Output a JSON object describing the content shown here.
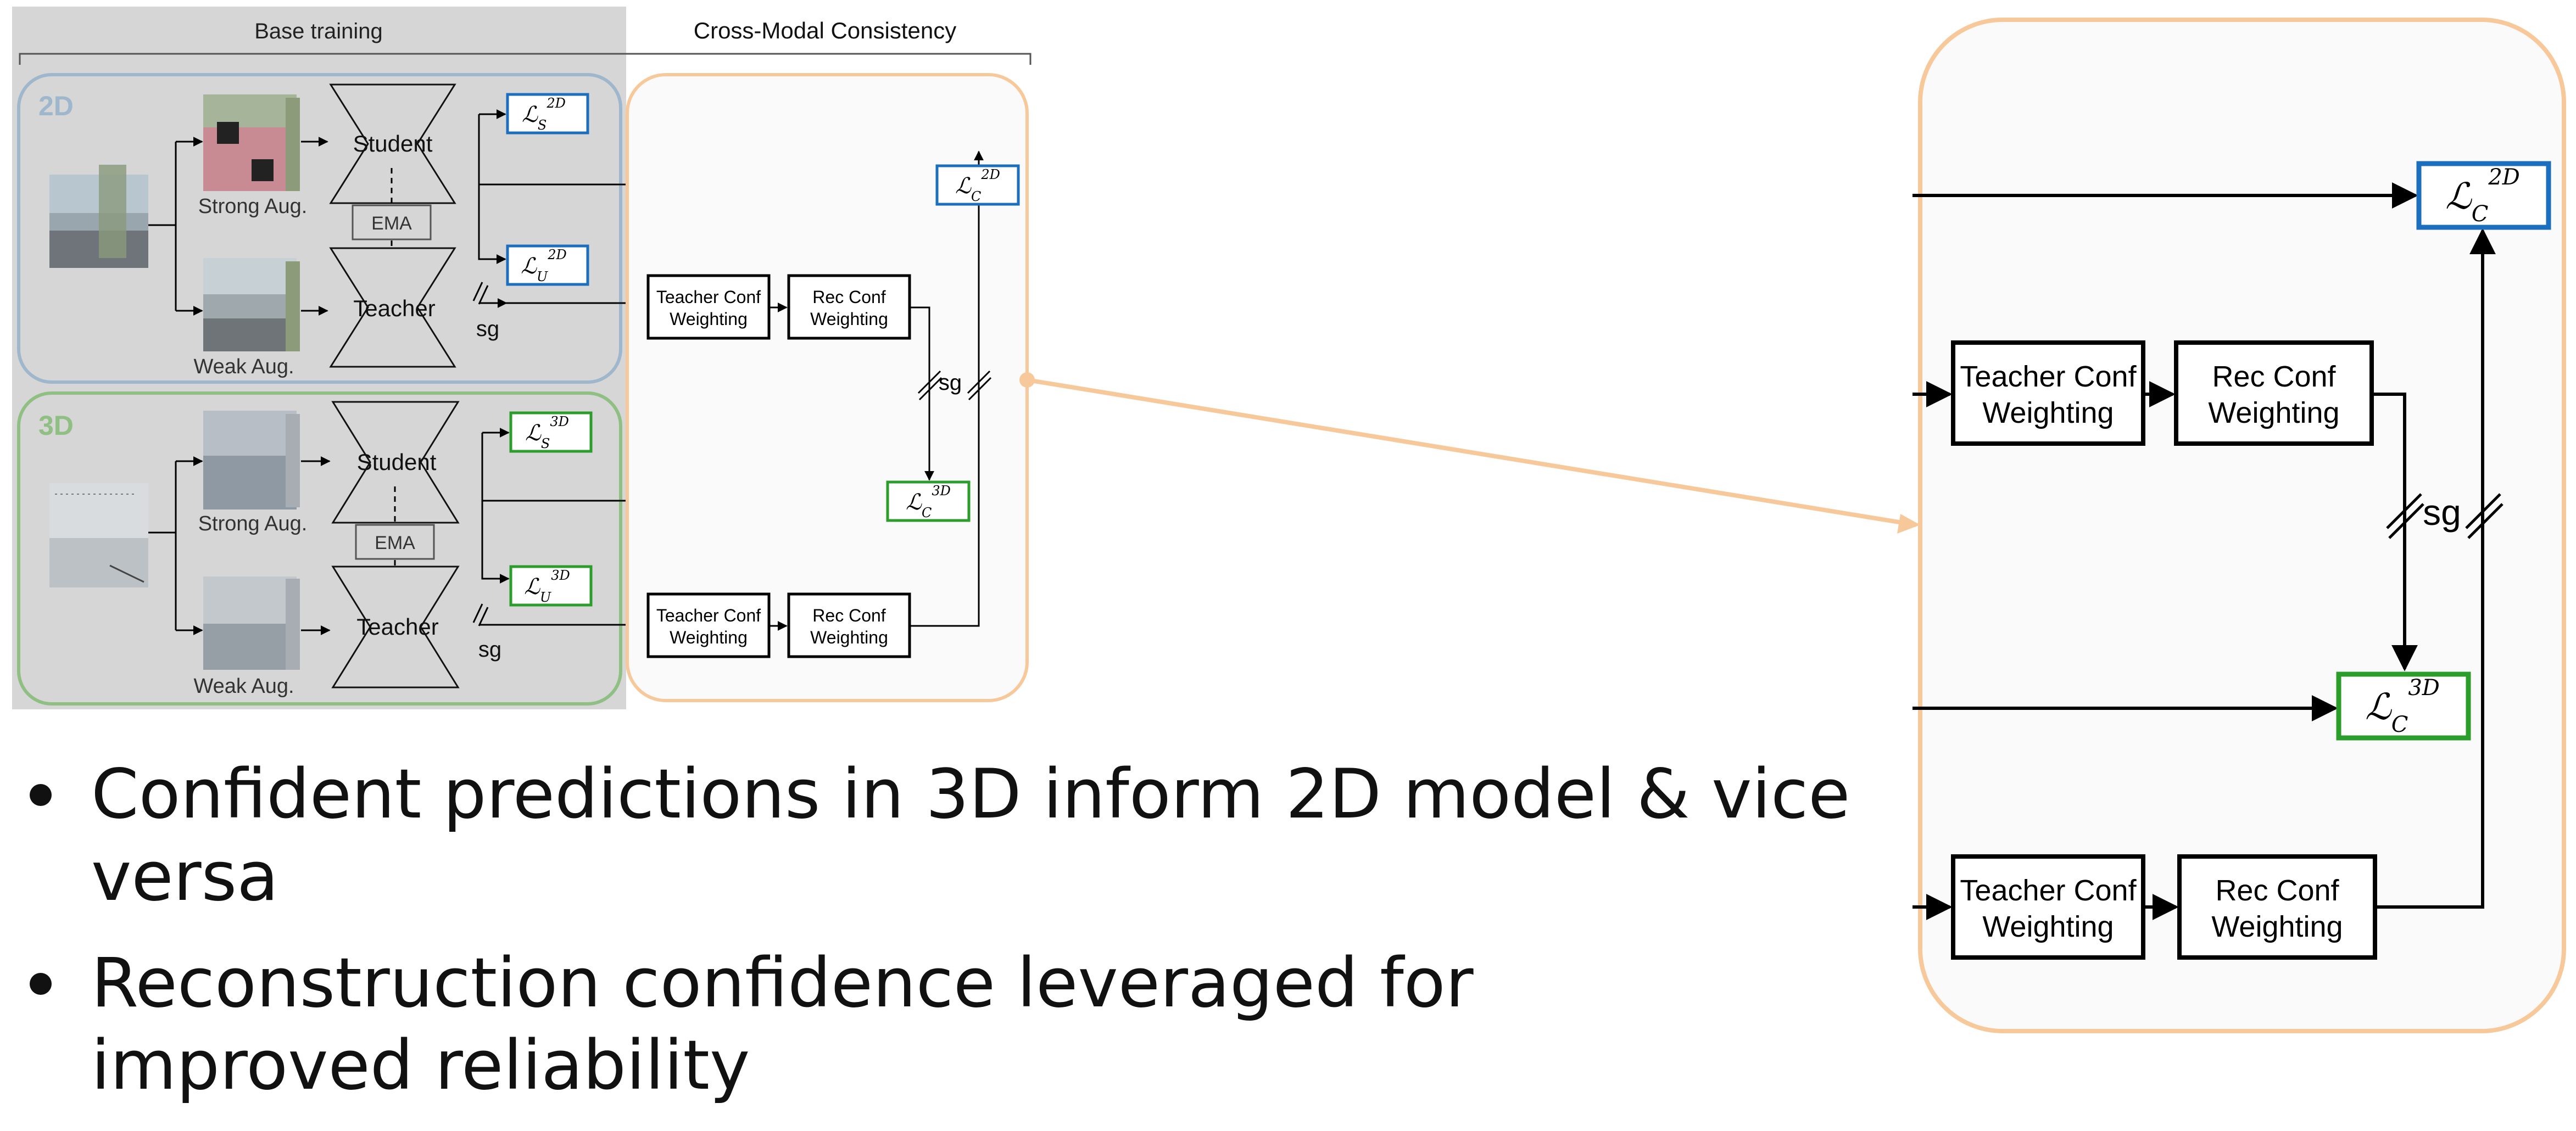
{
  "colors": {
    "panel_gray": "#d6d6d6",
    "group_2d": "#9fb7cc",
    "group_3d": "#8fbf82",
    "consistency_border": "#f7c99a",
    "loss_blue": "#1c6fbf",
    "loss_green": "#2a9d2a",
    "arrow": "#000000"
  },
  "header": {
    "base_training": "Base training",
    "cross_modal": "Cross-Modal Consistency"
  },
  "groups": {
    "g2d": "2D",
    "g3d": "3D"
  },
  "nets": {
    "student": "Student",
    "teacher": "Teacher",
    "ema": "EMA",
    "sg": "sg"
  },
  "aug": {
    "strong": "Strong Aug.",
    "weak": "Weak Aug."
  },
  "losses": {
    "script": "ℒ",
    "s2d": {
      "sub": "S",
      "sup": "2D"
    },
    "u2d": {
      "sub": "U",
      "sup": "2D"
    },
    "c2d": {
      "sub": "C",
      "sup": "2D"
    },
    "s3d": {
      "sub": "S",
      "sup": "3D"
    },
    "u3d": {
      "sub": "U",
      "sup": "3D"
    },
    "c3d": {
      "sub": "C",
      "sup": "3D"
    }
  },
  "weighting": {
    "teacher_1": "Teacher Conf",
    "teacher_2": "Weighting",
    "rec_1": "Rec Conf",
    "rec_2": "Weighting"
  },
  "bullets": [
    "Confident predictions in 3D inform 2D model & vice versa",
    "Reconstruction confidence leveraged for improved reliability"
  ]
}
